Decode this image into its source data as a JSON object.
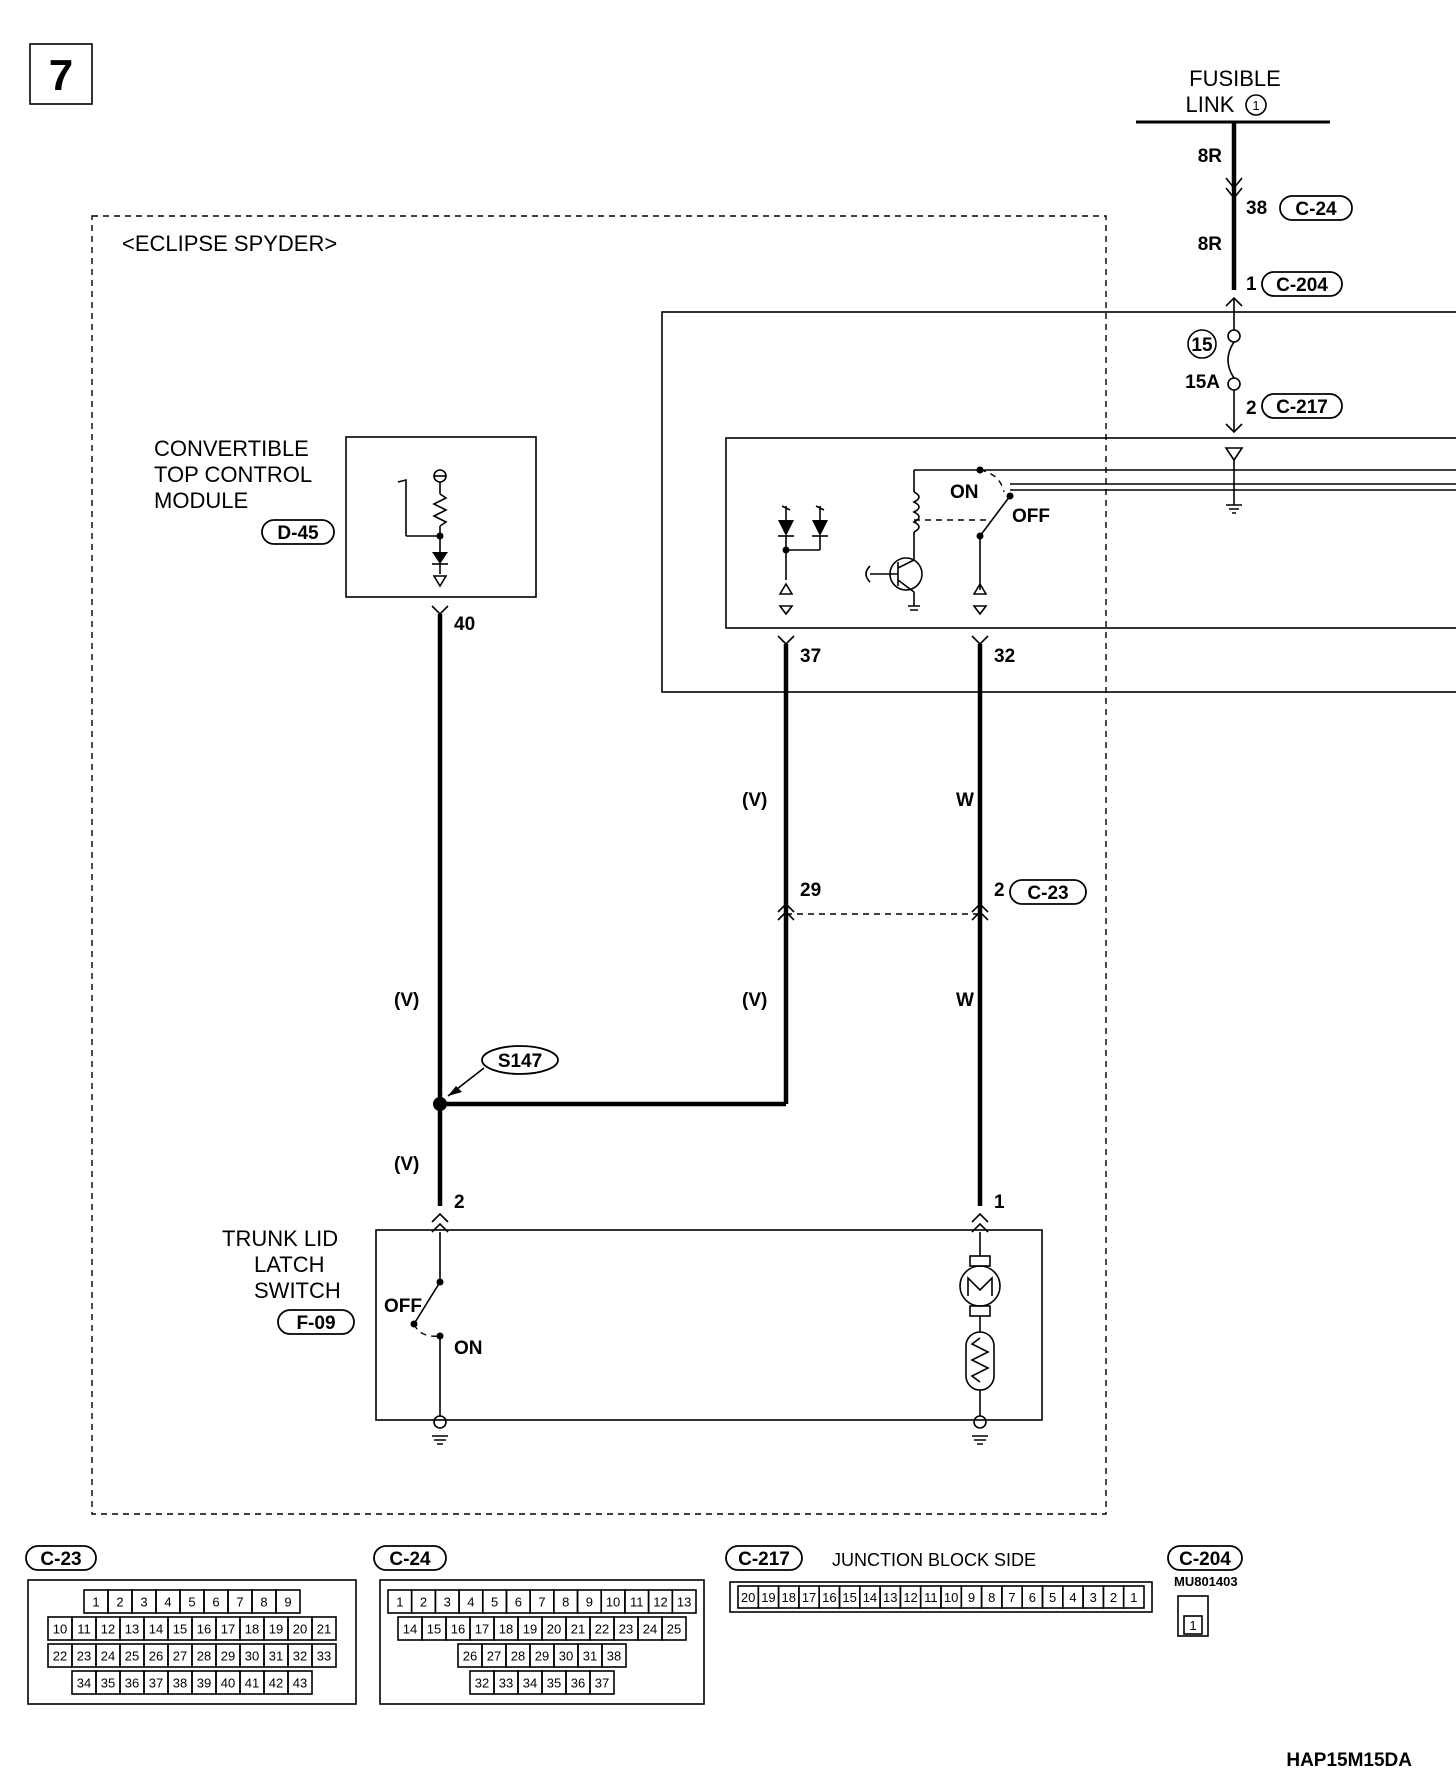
{
  "page": {
    "number": "7",
    "footer_code": "HAP15M15DA"
  },
  "frame": {
    "label": "<ECLIPSE SPYDER>"
  },
  "fusible_link": {
    "label_line1": "FUSIBLE",
    "label_line2": "LINK",
    "number": "1"
  },
  "wires": {
    "top_color_a": "8R",
    "top_color_b": "8R",
    "pin_38": "38",
    "pin_1_c204": "1",
    "fuse_number": "15",
    "fuse_rating": "15A",
    "pin_2_c217": "2",
    "pin_40": "40",
    "pin_37": "37",
    "pin_32": "32",
    "color_v1": "(V)",
    "color_v2": "(V)",
    "color_v3": "(V)",
    "color_v4": "(V)",
    "color_w1": "W",
    "color_w2": "W",
    "pin_29": "29",
    "pin_2_c23": "2",
    "splice": "S147",
    "pin_2_switch": "2",
    "pin_1_motor": "1"
  },
  "relay": {
    "on_label": "ON",
    "off_label": "OFF"
  },
  "module": {
    "label_line1": "CONVERTIBLE",
    "label_line2": "TOP CONTROL",
    "label_line3": "MODULE",
    "connector": "D-45"
  },
  "trunk_switch": {
    "label_line1": "TRUNK LID",
    "label_line2": "LATCH",
    "label_line3": "SWITCH",
    "connector": "F-09",
    "off_label": "OFF",
    "on_label": "ON"
  },
  "connector_tags": {
    "c24": "C-24",
    "c204": "C-204",
    "c217": "C-217",
    "c23": "C-23"
  },
  "connector_views": {
    "c23": {
      "tag": "C-23",
      "rows": [
        [
          "1",
          "2",
          "3",
          "4",
          "5",
          "6",
          "7",
          "8",
          "9"
        ],
        [
          "10",
          "11",
          "12",
          "13",
          "14",
          "15",
          "16",
          "17",
          "18",
          "19",
          "20",
          "21"
        ],
        [
          "22",
          "23",
          "24",
          "25",
          "26",
          "27",
          "28",
          "29",
          "30",
          "31",
          "32",
          "33"
        ],
        [
          "34",
          "35",
          "36",
          "37",
          "38",
          "39",
          "40",
          "41",
          "42",
          "43"
        ]
      ]
    },
    "c24": {
      "tag": "C-24",
      "rows": [
        [
          "1",
          "2",
          "3",
          "4",
          "5",
          "6",
          "7",
          "8",
          "9",
          "10",
          "11",
          "12",
          "13"
        ],
        [
          "14",
          "15",
          "16",
          "17",
          "18",
          "19",
          "20",
          "21",
          "22",
          "23",
          "24",
          "25"
        ],
        [
          "26",
          "27",
          "28",
          "29",
          "30",
          "31",
          "38"
        ],
        [
          "32",
          "33",
          "34",
          "35",
          "36",
          "37"
        ]
      ]
    },
    "c217": {
      "tag": "C-217",
      "side_label": "JUNCTION BLOCK SIDE",
      "pins": [
        "20",
        "19",
        "18",
        "17",
        "16",
        "15",
        "14",
        "13",
        "12",
        "11",
        "10",
        "9",
        "8",
        "7",
        "6",
        "5",
        "4",
        "3",
        "2",
        "1"
      ]
    },
    "c204": {
      "tag": "C-204",
      "part": "MU801403",
      "pin": "1"
    }
  }
}
